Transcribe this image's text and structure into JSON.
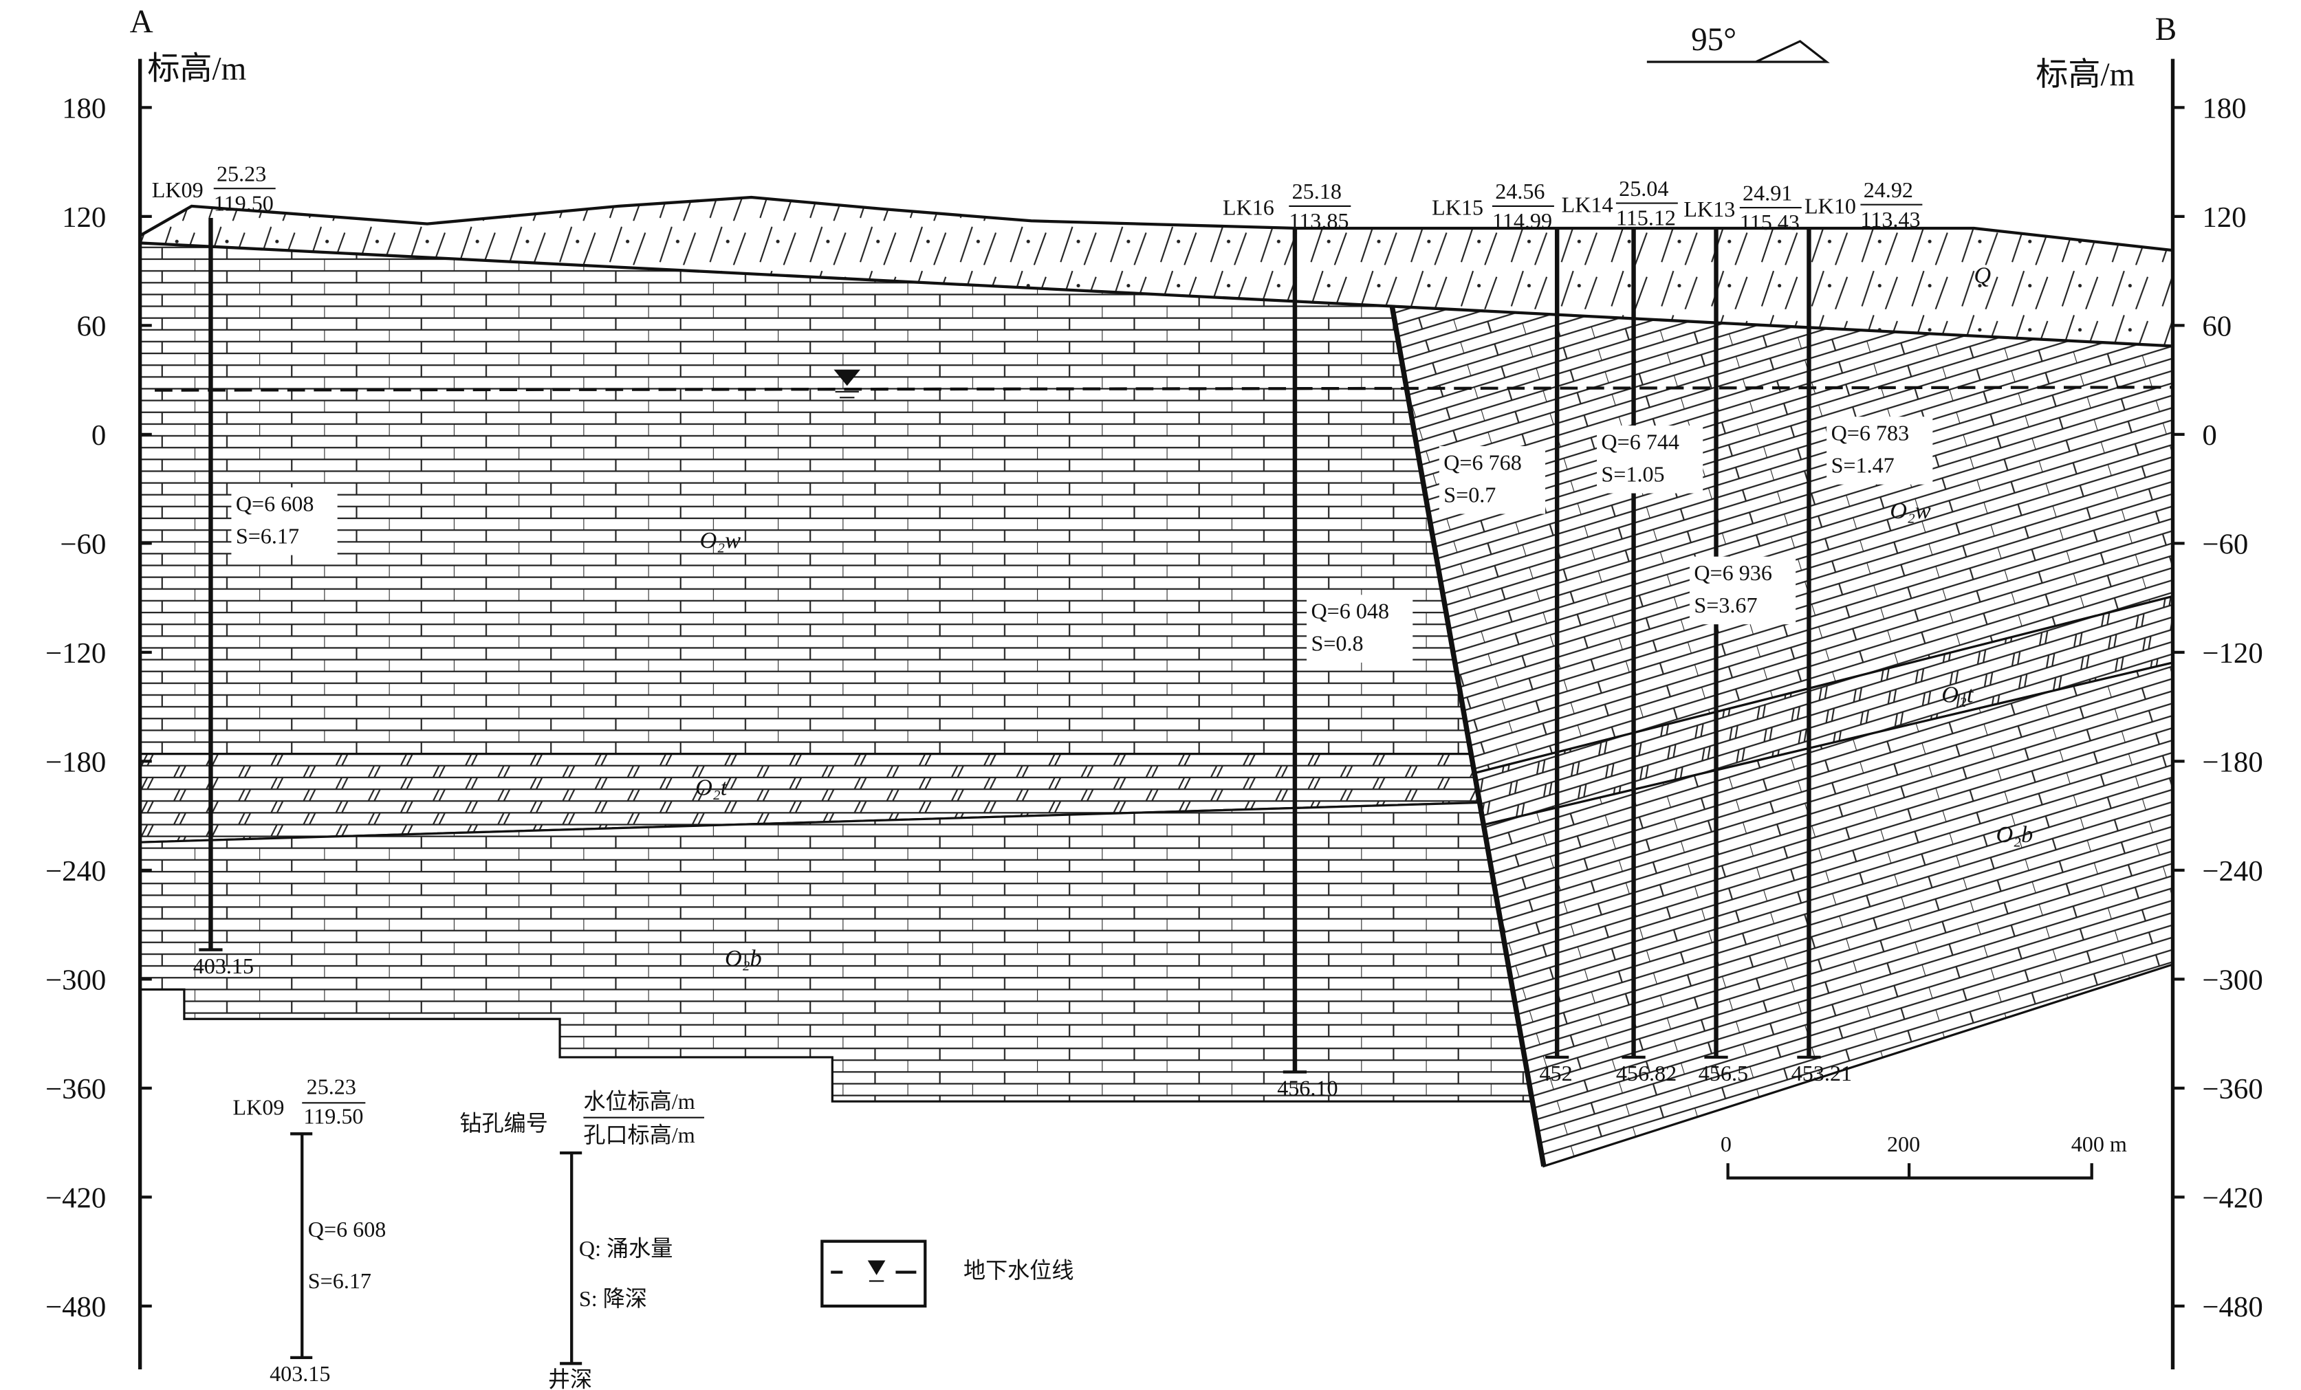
{
  "title_left": "A",
  "title_right": "B",
  "axis": {
    "left_title": "标高/m",
    "right_title": "标高/m",
    "ticks": [
      180,
      120,
      60,
      0,
      -60,
      -120,
      -180,
      -240,
      -300,
      -360,
      -420,
      -480
    ],
    "tick_labels": [
      "180",
      "120",
      "60",
      "0",
      "−60",
      "−120",
      "−180",
      "−240",
      "−300",
      "−360",
      "−420",
      "−480"
    ]
  },
  "strike": {
    "label": "95°"
  },
  "boreholes": [
    {
      "id": "LK09",
      "water_level": "25.23",
      "collar_elev": "119.50",
      "depth": "403.15",
      "q": "Q=6 608",
      "s": "S=6.17"
    },
    {
      "id": "LK16",
      "water_level": "25.18",
      "collar_elev": "113.85",
      "depth": "456.10",
      "q": "Q=6 048",
      "s": "S=0.8"
    },
    {
      "id": "LK15",
      "water_level": "24.56",
      "collar_elev": "114.99",
      "depth": "452",
      "q": "Q=6 768",
      "s": "S=0.7"
    },
    {
      "id": "LK14",
      "water_level": "25.04",
      "collar_elev": "115.12",
      "depth": "456.82",
      "q": "Q=6 744",
      "s": "S=1.05"
    },
    {
      "id": "LK13",
      "water_level": "24.91",
      "collar_elev": "115.43",
      "depth": "456.5",
      "q": "Q=6 936",
      "s": "S=3.67"
    },
    {
      "id": "LK10",
      "water_level": "24.92",
      "collar_elev": "113.43",
      "depth": "453.21",
      "q": "Q=6 783",
      "s": "S=1.47"
    }
  ],
  "formations": {
    "q": "Q",
    "o2w_left": "O₂w",
    "o2t_left": "O₂t",
    "o2b_left": "O₂b",
    "o2w_right": "O₂w",
    "o2t_right": "O₂t",
    "o2b_right": "O₂b"
  },
  "legend": {
    "sample": {
      "id": "LK09",
      "water_level": "25.23",
      "collar_elev": "119.50",
      "q": "Q=6 608",
      "s": "S=6.17",
      "depth": "403.15"
    },
    "key": {
      "borehole_no": "钻孔编号",
      "water_level": "水位标高/m",
      "collar_elev": "孔口标高/m",
      "q": "Q: 涌水量",
      "s": "S: 降深",
      "depth": "井深"
    },
    "water_table": "地下水位线"
  },
  "scale_bar": {
    "labels": [
      "0",
      "200",
      "400 m"
    ]
  }
}
